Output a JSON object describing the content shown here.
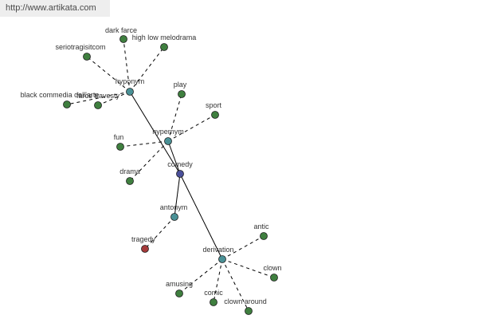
{
  "watermark": "http://www.artikata.com",
  "center": "comedy",
  "colors": {
    "center_node": "#4a4f9a",
    "relation_node": "#4a9196",
    "leaf_node": "#3f7f3f",
    "antonym_leaf_node": "#a53a3a",
    "node_stroke": "#1e1e1e",
    "edge": "#000000"
  },
  "relations": [
    {
      "name": "hyponym",
      "terms": [
        "dark farce",
        "high low melodrama",
        "seriotragisitcom",
        "black commedia dell'arte",
        "farce travesty"
      ]
    },
    {
      "name": "hypernym",
      "terms": [
        "play",
        "sport",
        "fun",
        "drama"
      ]
    },
    {
      "name": "antonym",
      "terms": [
        "tragedy"
      ]
    },
    {
      "name": "derivation",
      "terms": [
        "antic",
        "clown",
        "amusing",
        "comic",
        "clown around"
      ]
    }
  ]
}
